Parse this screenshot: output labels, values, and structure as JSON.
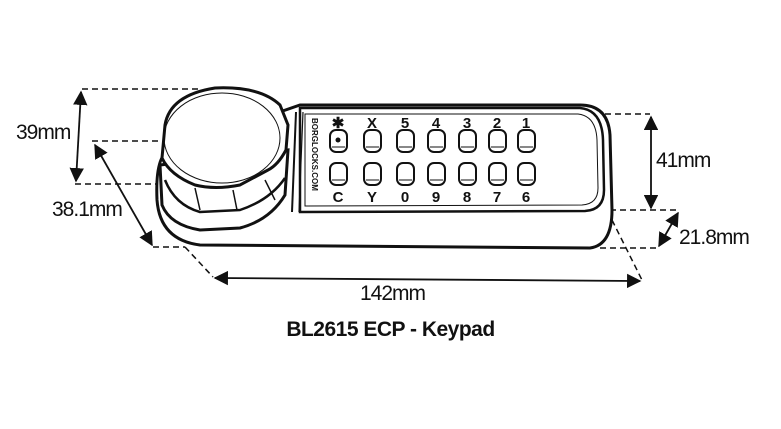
{
  "diagram": {
    "title": "BL2615 ECP - Keypad",
    "brand_text": "BORGLOCKS.COM",
    "dimensions": {
      "knob_height": "39mm",
      "knob_diameter": "38.1mm",
      "length": "142mm",
      "keypad_height": "41mm",
      "depth": "21.8mm"
    },
    "keys": {
      "top_row": [
        "✱",
        "X",
        "5",
        "4",
        "3",
        "2",
        "1"
      ],
      "bottom_row": [
        "C",
        "Y",
        "0",
        "9",
        "8",
        "7",
        "6"
      ]
    },
    "colors": {
      "line": "#111111",
      "background": "#ffffff"
    }
  }
}
